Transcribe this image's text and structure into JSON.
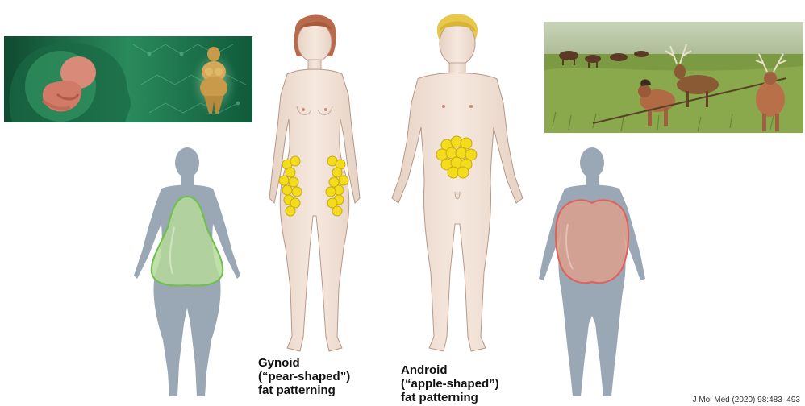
{
  "gynoid_caption": {
    "line1": "Gynoid",
    "line2": "(“pear-shaped”)",
    "line3": "fat patterning"
  },
  "android_caption": {
    "line1": "Android",
    "line2": "(“apple-shaped”)",
    "line3": "fat patterning"
  },
  "citation": "J Mol Med (2020) 98:483–493",
  "colors": {
    "silhouette": "#9aa7b4",
    "pear_fill": "#b5d99a",
    "pear_outline": "#6fbf4a",
    "apple_fill": "#d9a090",
    "apple_outline": "#e0605a",
    "skin": "#f3e2d6",
    "fat_globule": "#f2dc1c",
    "fetus_bg": "#1e6e48",
    "hunting_bg": "#8aa04a"
  }
}
